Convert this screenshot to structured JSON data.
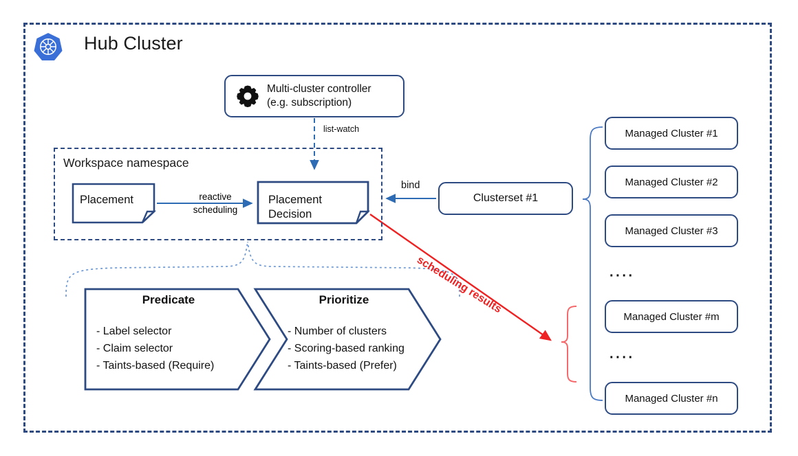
{
  "diagram": {
    "title": "Hub Cluster",
    "logo_icon": "kubernetes-icon",
    "colors": {
      "frame_blue": "#2d4b82",
      "node_blue": "#2d4b82",
      "accent_red": "#ee2222",
      "brace_blue": "#4a79c4",
      "k8s_blue": "#3a6fd8"
    },
    "controller": {
      "icon": "gear-icon",
      "line1": "Multi-cluster controller",
      "line2": "(e.g. subscription)"
    },
    "workspace": {
      "title": "Workspace namespace",
      "placement": "Placement",
      "placement_decision_line1": "Placement",
      "placement_decision_line2": "Decision"
    },
    "edges": {
      "list_watch": "list-watch",
      "reactive_line1": "reactive",
      "reactive_line2": "scheduling",
      "bind": "bind",
      "scheduling_results": "scheduling results"
    },
    "predicate": {
      "title": "Predicate",
      "items": [
        "- Label selector",
        "- Claim selector",
        "- Taints-based (Require)"
      ]
    },
    "prioritize": {
      "title": "Prioritize",
      "items": [
        "- Number of clusters",
        "-  Scoring-based ranking",
        "- Taints-based (Prefer)"
      ]
    },
    "clusterset": {
      "label": "Clusterset #1"
    },
    "managed_clusters": [
      {
        "label": "Managed Cluster #1"
      },
      {
        "label": "Managed Cluster #2"
      },
      {
        "label": "Managed Cluster #3"
      },
      {
        "label": "Managed Cluster #m"
      },
      {
        "label": "Managed Cluster #n"
      }
    ],
    "ellipsis": "····"
  }
}
